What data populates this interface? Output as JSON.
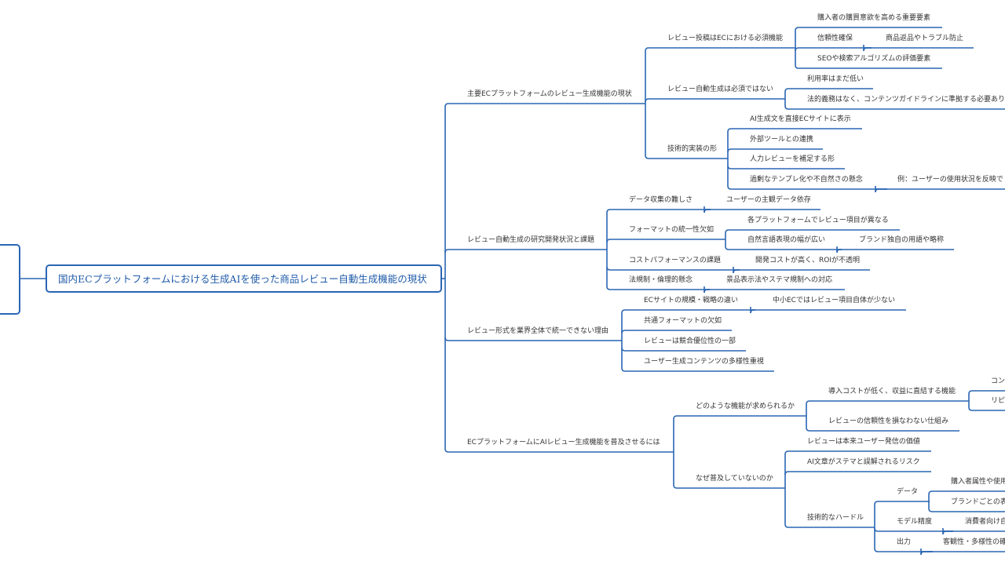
{
  "root": {
    "label": "国内ECプラットフォームにおける生成AIを使った商品レビュー自動生成機能の現状"
  },
  "branches": [
    {
      "label": "主要ECプラットフォームのレビュー生成機能の現状",
      "children": [
        {
          "label": "レビュー投稿はECにおける必須機能",
          "children": [
            {
              "label": "購入者の購買意欲を高める重要要素"
            },
            {
              "label": "信頼性確保",
              "children": [
                {
                  "label": "商品返品やトラブル防止"
                }
              ]
            },
            {
              "label": "SEOや検索アルゴリズムの評価要素"
            }
          ]
        },
        {
          "label": "レビュー自動生成は必須ではない",
          "children": [
            {
              "label": "利用率はまだ低い"
            },
            {
              "label": "法的義務はなく、コンテンツガイドラインに準拠する必要あり"
            }
          ]
        },
        {
          "label": "技術的実装の形",
          "children": [
            {
              "label": "AI生成文を直接ECサイトに表示"
            },
            {
              "label": "外部ツールとの連携"
            },
            {
              "label": "人力レビューを補足する形"
            },
            {
              "label": "過剰なテンプレ化や不自然さの懸念",
              "children": [
                {
                  "label": "例：ユーザーの使用状況を反映で"
                }
              ]
            }
          ]
        }
      ]
    },
    {
      "label": "レビュー自動生成の研究開発状況と課題",
      "children": [
        {
          "label": "データ収集の難しさ",
          "children": [
            {
              "label": "ユーザーの主観データ依存"
            }
          ]
        },
        {
          "label": "フォーマットの統一性欠如",
          "children": [
            {
              "label": "各プラットフォームでレビュー項目が異なる"
            },
            {
              "label": "自然言語表現の幅が広い",
              "children": [
                {
                  "label": "ブランド独自の用語や略称"
                }
              ]
            }
          ]
        },
        {
          "label": "コストパフォーマンスの課題",
          "children": [
            {
              "label": "開発コストが高く、ROIが不透明"
            }
          ]
        },
        {
          "label": "法規制・倫理的懸念",
          "children": [
            {
              "label": "景品表示法やステマ規制への対応"
            }
          ]
        }
      ]
    },
    {
      "label": "レビュー形式を業界全体で統一できない理由",
      "children": [
        {
          "label": "ECサイトの規模・戦略の違い",
          "children": [
            {
              "label": "中小ECではレビュー項目自体が少ない"
            }
          ]
        },
        {
          "label": "共通フォーマットの欠如"
        },
        {
          "label": "レビューは競合優位性の一部"
        },
        {
          "label": "ユーザー生成コンテンツの多様性重視"
        }
      ]
    },
    {
      "label": "ECプラットフォームにAIレビュー生成機能を普及させるには",
      "children": [
        {
          "label": "どのような機能が求められるか",
          "children": [
            {
              "label": "導入コストが低く、収益に直結する機能",
              "children": [
                {
                  "label": "コン"
                },
                {
                  "label": "リピ"
                }
              ]
            },
            {
              "label": "レビューの信頼性を損なわない仕組み"
            }
          ]
        },
        {
          "label": "なぜ普及していないのか",
          "children": [
            {
              "label": "レビューは本来ユーザー発信の価値"
            },
            {
              "label": "AI文章がステマと誤解されるリスク"
            },
            {
              "label": "技術的なハードル",
              "children": [
                {
                  "label": "データ",
                  "children": [
                    {
                      "label": "購入者属性や使用"
                    },
                    {
                      "label": "ブランドごとの表"
                    }
                  ]
                },
                {
                  "label": "モデル精度",
                  "children": [
                    {
                      "label": "消費者向け自"
                    }
                  ]
                },
                {
                  "label": "出力",
                  "children": [
                    {
                      "label": "客観性・多様性の確"
                    }
                  ]
                }
              ]
            }
          ]
        }
      ]
    }
  ]
}
